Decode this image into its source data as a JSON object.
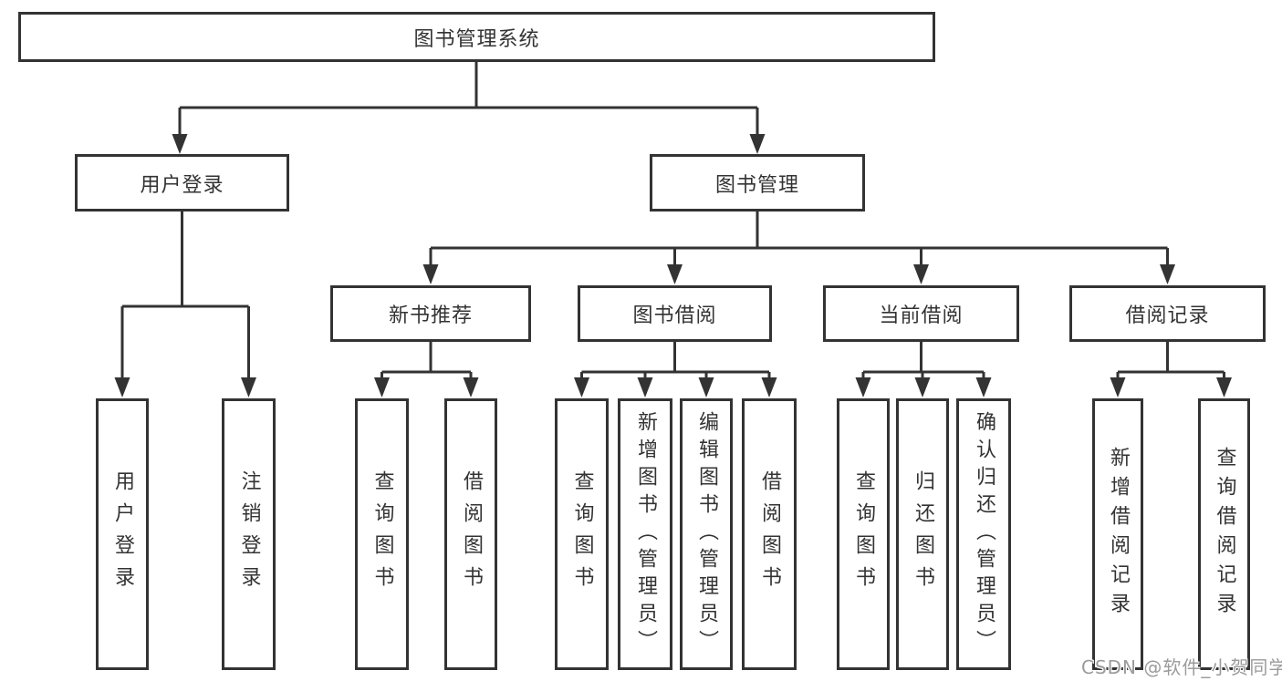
{
  "diagram": {
    "title_node": {
      "label": "图书管理系统"
    },
    "level2": {
      "user_login": {
        "label": "用户登录"
      },
      "book_mgmt": {
        "label": "图书管理"
      }
    },
    "level3": {
      "new_book_rec": {
        "label": "新书推荐"
      },
      "book_borrow": {
        "label": "图书借阅"
      },
      "current_borrow": {
        "label": "当前借阅"
      },
      "borrow_records": {
        "label": "借阅记录"
      }
    },
    "leaves": {
      "user_login": {
        "label": "用户登录"
      },
      "logout": {
        "label": "注销登录"
      },
      "nb_search": {
        "label": "查询图书"
      },
      "nb_borrow": {
        "label": "借阅图书"
      },
      "bb_search": {
        "label": "查询图书"
      },
      "bb_add": {
        "label": "新增图书（管理员）"
      },
      "bb_edit": {
        "label": "编辑图书（管理员）"
      },
      "bb_borrow": {
        "label": "借阅图书"
      },
      "cb_search": {
        "label": "查询图书"
      },
      "cb_return": {
        "label": "归还图书"
      },
      "cb_confirm": {
        "label": "确认归还（管理员）"
      },
      "br_add": {
        "label": "新增借阅记录"
      },
      "br_search": {
        "label": "查询借阅记录"
      }
    },
    "colors": {
      "line": "#333333",
      "text": "#333333",
      "background": "#ffffff",
      "watermark": "#9b9b9b"
    }
  },
  "watermark": {
    "text": "CSDN @软件_小贺同学"
  }
}
